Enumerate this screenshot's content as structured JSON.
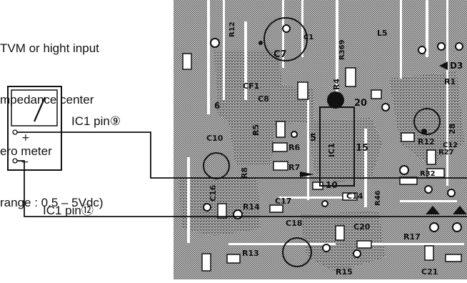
{
  "note": {
    "line1": "TVM or hight input",
    "line2": "mpedance center",
    "line3": "ero meter",
    "line4": "range : 0.5 – 5Vdc)"
  },
  "meter": {
    "plus": "+",
    "minus": "−"
  },
  "probe_labels": {
    "pin9": "IC1  pin⑨",
    "pin12": "IC1  pin⑫"
  },
  "pcb_labels": {
    "c7": "C7",
    "r12_top": "R12",
    "r369": "R369",
    "r4": "R4",
    "n20": "20",
    "d3": "D3",
    "r1": "R1",
    "c8": "C8",
    "cf1": "CF1",
    "n6": "6",
    "r5": "R5",
    "r6": "R6",
    "r7": "R7",
    "n5": "5",
    "r12": "R12",
    "c12": "C12",
    "r27": "R27",
    "n28": "28",
    "c10": "C10",
    "r8": "R8",
    "r32": "R32",
    "c16": "C16",
    "r14": "R14",
    "c17": "C17",
    "c14": "C14",
    "n10": "10",
    "r46": "R46",
    "c18": "C18",
    "c20": "C20",
    "r17": "R17",
    "r13": "R13",
    "r15": "R15",
    "c21": "C21",
    "n15": "15",
    "ic1": "IC1",
    "c1": "C1",
    "l5": "L5"
  },
  "colors": {
    "ink": "#111111",
    "board": "#9a9a9a",
    "paper": "#ffffff"
  }
}
